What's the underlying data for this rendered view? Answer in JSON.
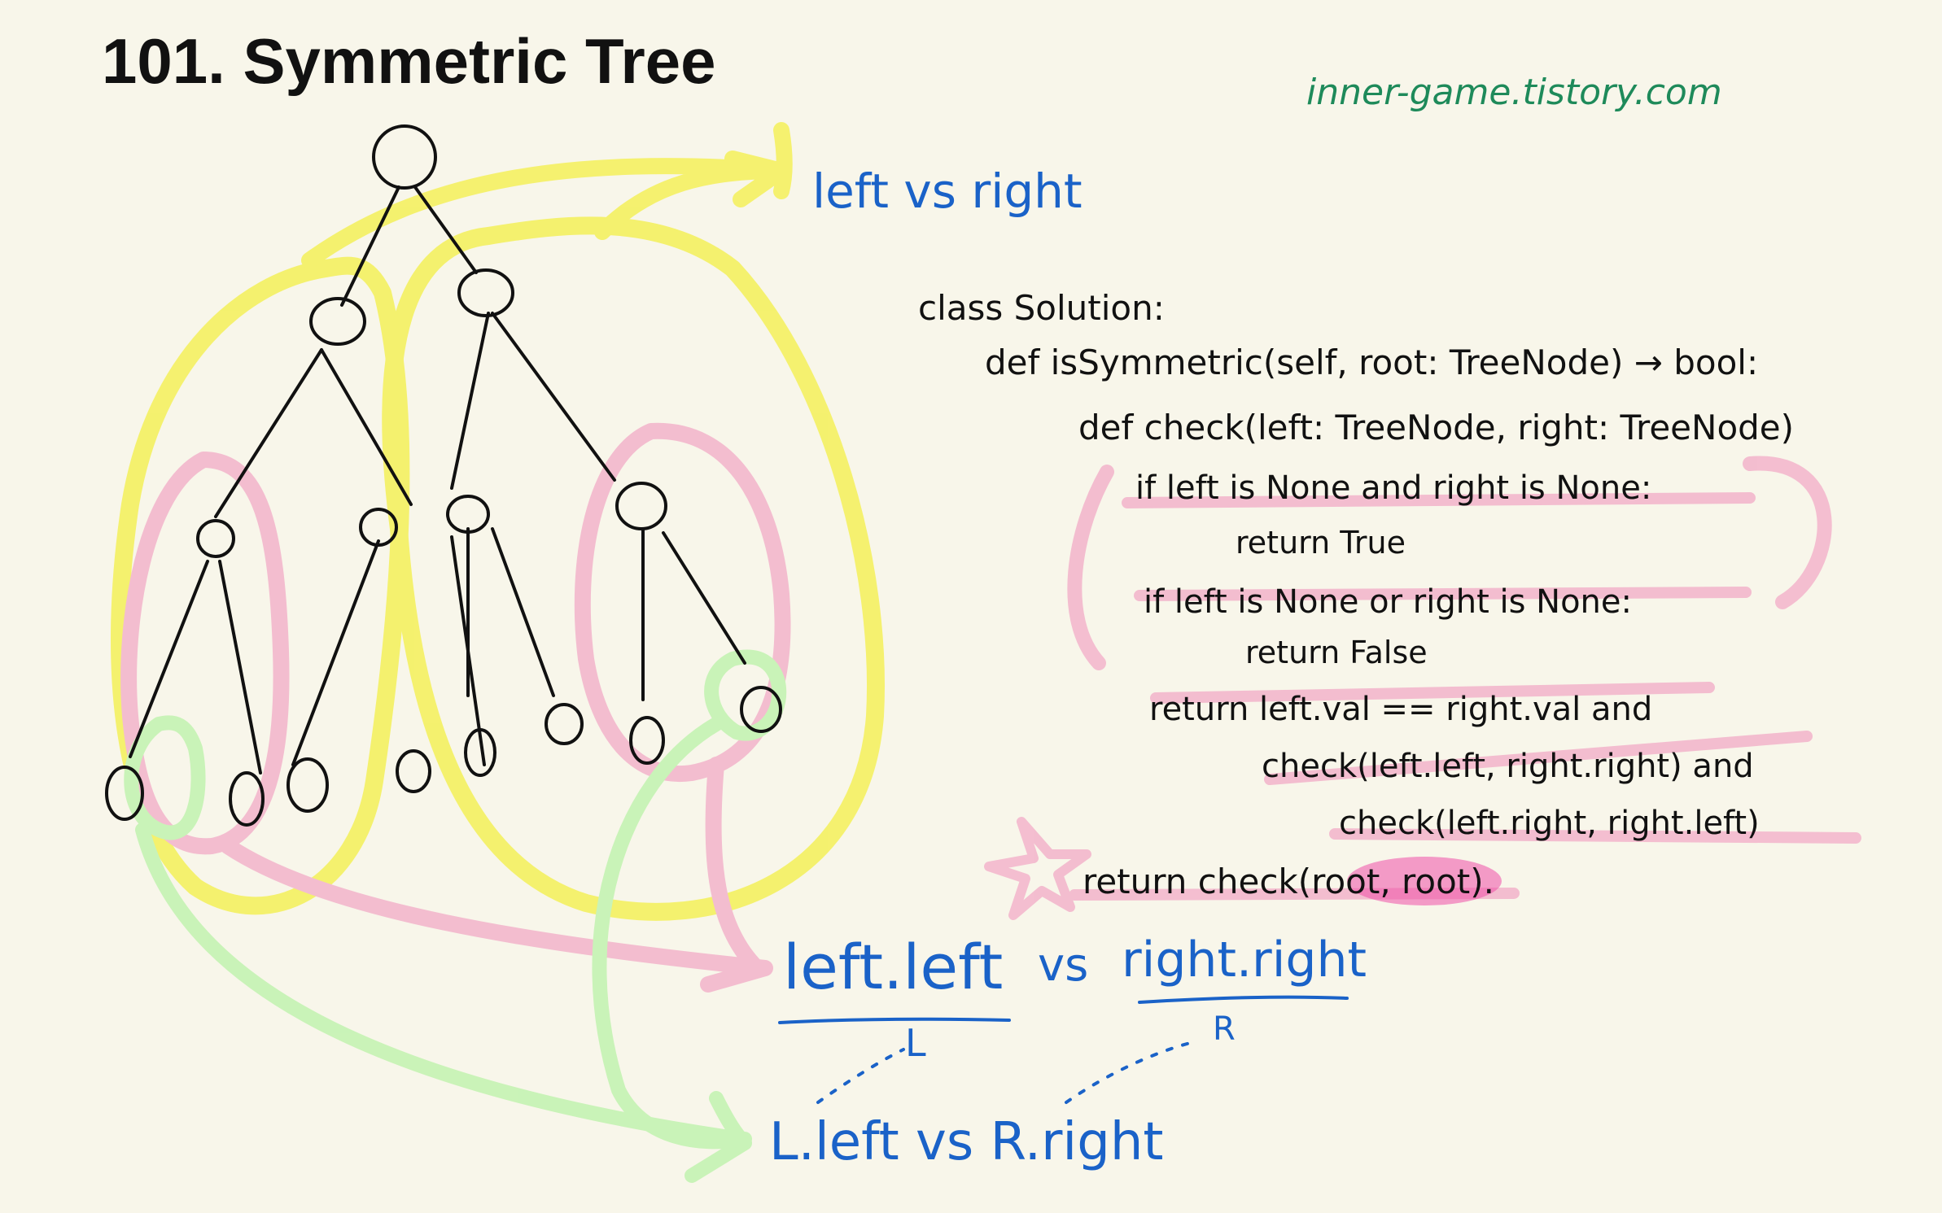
{
  "title": "101. Symmetric Tree",
  "watermark": "inner-game.tistory.com",
  "labels": {
    "top_compare": "left vs right",
    "mid_left": "left.left",
    "mid_vs": "vs",
    "mid_right": "right.right",
    "mid_left_alias": "L",
    "mid_right_alias": "R",
    "bottom_compare": "L.left vs R.right"
  },
  "code": {
    "line1": "class Solution:",
    "line2": "def isSymmetric(self, root: TreeNode) → bool:",
    "line3": "def check(left: TreeNode, right: TreeNode)",
    "line4": "if left is None and right is None:",
    "line5": "return True",
    "line6": "if left is None or right is None:",
    "line7": "return False",
    "line8": "return left.val == right.val and",
    "line9": "check(left.left, right.right) and",
    "line10": "check(left.right, right.left)",
    "line11": "return check(root, root)."
  },
  "colors": {
    "background": "#f8f6ea",
    "ink": "#111111",
    "blue": "#1a62c8",
    "green_text": "#1e8a5a",
    "yellow": "#f3ef3a",
    "pink": "#f2a6c4",
    "green": "#b6f2a3",
    "magenta": "#ee4fa8"
  }
}
